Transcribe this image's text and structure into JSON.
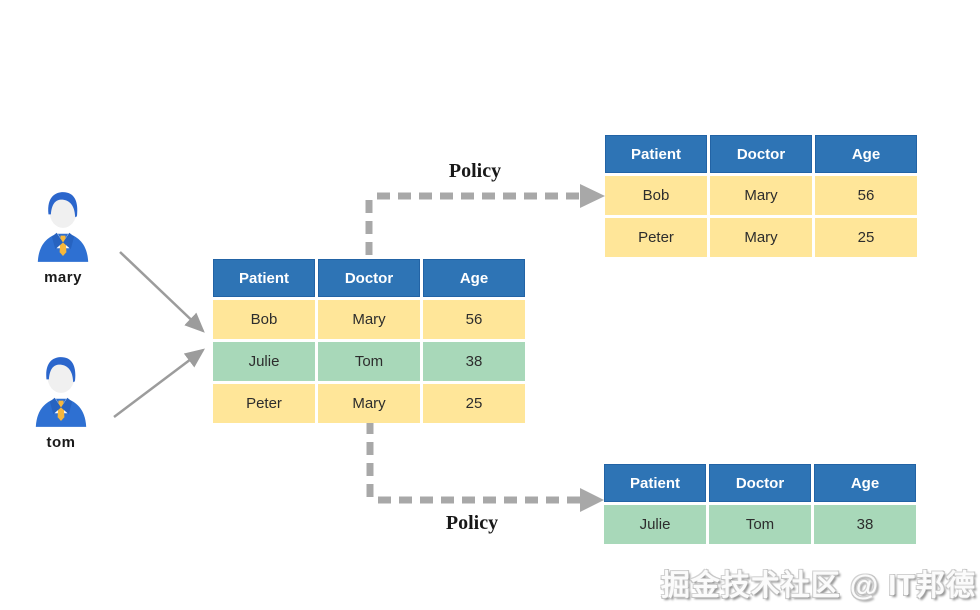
{
  "users": [
    {
      "name": "mary"
    },
    {
      "name": "tom"
    }
  ],
  "policy": {
    "top_label": "Policy",
    "bottom_label": "Policy"
  },
  "tables": {
    "center": {
      "headers": [
        "Patient",
        "Doctor",
        "Age"
      ],
      "rows": [
        {
          "cells": [
            "Bob",
            "Mary",
            "56"
          ],
          "variant": "yellow"
        },
        {
          "cells": [
            "Julie",
            "Tom",
            "38"
          ],
          "variant": "green"
        },
        {
          "cells": [
            "Peter",
            "Mary",
            "25"
          ],
          "variant": "yellow"
        }
      ]
    },
    "top_right": {
      "headers": [
        "Patient",
        "Doctor",
        "Age"
      ],
      "rows": [
        {
          "cells": [
            "Bob",
            "Mary",
            "56"
          ],
          "variant": "yellow"
        },
        {
          "cells": [
            "Peter",
            "Mary",
            "25"
          ],
          "variant": "yellow"
        }
      ]
    },
    "bottom_right": {
      "headers": [
        "Patient",
        "Doctor",
        "Age"
      ],
      "rows": [
        {
          "cells": [
            "Julie",
            "Tom",
            "38"
          ],
          "variant": "green"
        }
      ]
    }
  },
  "watermark": "掘金技术社区 @ IT邦德",
  "colors": {
    "header_blue": "#2E74B5",
    "row_yellow": "#FFE699",
    "row_green": "#A8D8B9",
    "dashed_arrow_gray": "#A8A8A8",
    "thin_arrow_gray": "#9C9C9C",
    "avatar_blue": "#2E70D2",
    "tie_yellow": "#F6B73C"
  }
}
